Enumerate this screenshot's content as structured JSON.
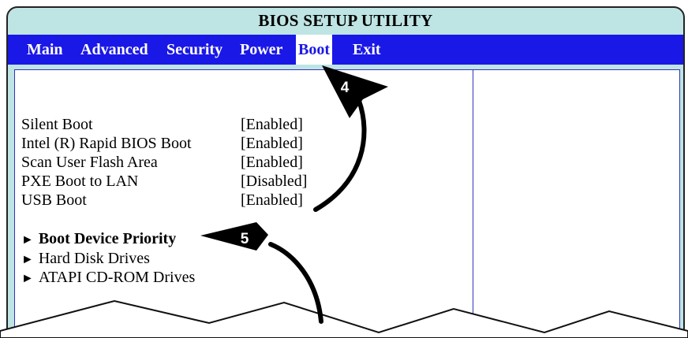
{
  "window": {
    "title": "BIOS SETUP UTILITY"
  },
  "menu": {
    "items": [
      {
        "label": "Main"
      },
      {
        "label": "Advanced"
      },
      {
        "label": "Security"
      },
      {
        "label": "Power"
      },
      {
        "label": "Boot",
        "active": true
      },
      {
        "label": "Exit"
      }
    ]
  },
  "settings": [
    {
      "label": "Silent Boot",
      "value": "[Enabled]"
    },
    {
      "label": "Intel (R) Rapid BIOS Boot",
      "value": "[Enabled]"
    },
    {
      "label": "Scan User Flash Area",
      "value": "[Enabled]"
    },
    {
      "label": "PXE Boot to LAN",
      "value": "[Disabled]"
    },
    {
      "label": "USB Boot",
      "value": "[Enabled]"
    }
  ],
  "submenus": [
    {
      "label": "Boot Device Priority",
      "highlighted": true
    },
    {
      "label": "Hard Disk Drives"
    },
    {
      "label": "ATAPI CD-ROM Drives"
    }
  ],
  "callouts": [
    {
      "number": "4"
    },
    {
      "number": "5"
    }
  ],
  "colors": {
    "frame_bg": "#bfe4e4",
    "menubar_bg": "#1a18e6",
    "panel_border": "#3333bb",
    "callout_fill": "#000000"
  }
}
